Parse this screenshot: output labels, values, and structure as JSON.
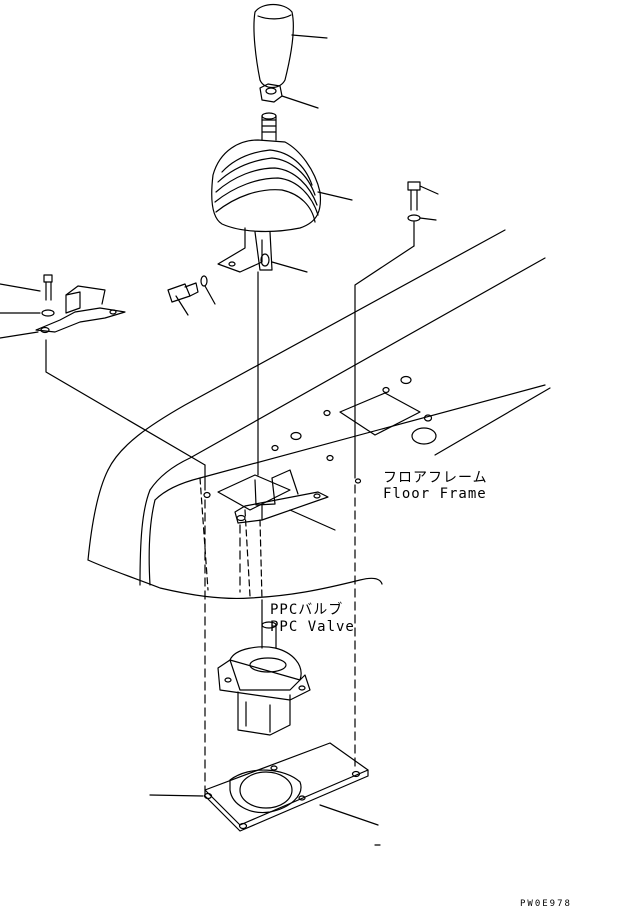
{
  "labels": {
    "floor_frame_jp": "フロアフレーム",
    "floor_frame_en": "Floor Frame",
    "ppc_valve_jp": "PPCバルブ",
    "ppc_valve_en": "PPC Valve",
    "drawing_code": "PW0E978"
  },
  "colors": {
    "line": "#000000",
    "background": "#ffffff"
  }
}
